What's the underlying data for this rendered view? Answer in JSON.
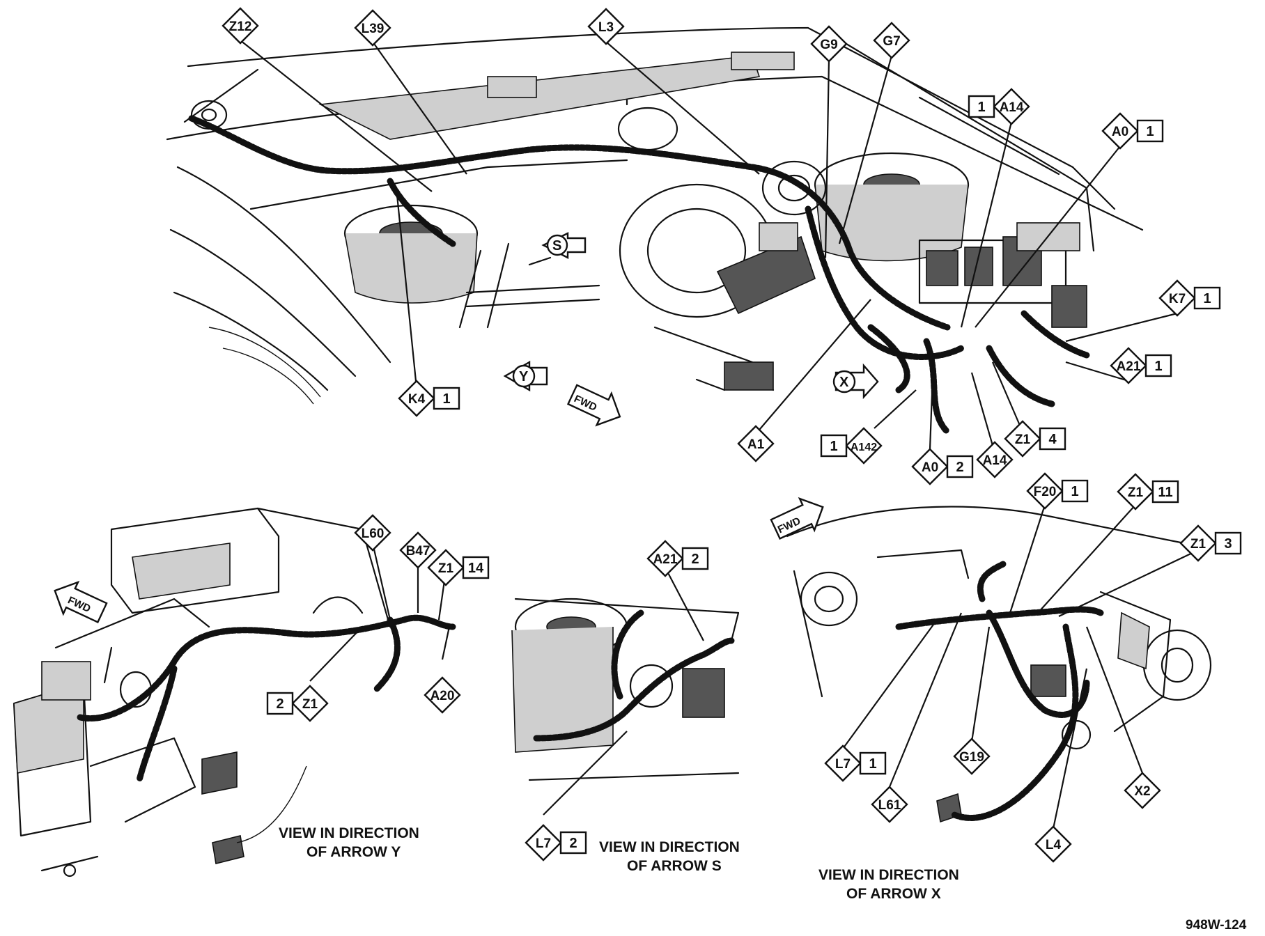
{
  "figure_id": "948W-124",
  "arrows": {
    "s": "S",
    "y": "Y",
    "x": "X"
  },
  "fwd": "FWD",
  "captions": {
    "view_y": [
      "VIEW IN DIRECTION",
      "OF ARROW Y"
    ],
    "view_s": [
      "VIEW IN DIRECTION",
      "OF ARROW S"
    ],
    "view_x": [
      "VIEW IN DIRECTION",
      "OF ARROW X"
    ]
  },
  "callouts": [
    {
      "id": "z12",
      "code": "Z12",
      "num": ""
    },
    {
      "id": "l39",
      "code": "L39",
      "num": ""
    },
    {
      "id": "l3",
      "code": "L3",
      "num": ""
    },
    {
      "id": "g9",
      "code": "G9",
      "num": ""
    },
    {
      "id": "g7",
      "code": "G7",
      "num": ""
    },
    {
      "id": "a14-top",
      "code": "A14",
      "num": "1"
    },
    {
      "id": "a0-1",
      "code": "A0",
      "num": "1"
    },
    {
      "id": "k7",
      "code": "K7",
      "num": "1"
    },
    {
      "id": "a21-1",
      "code": "A21",
      "num": "1"
    },
    {
      "id": "z1-4",
      "code": "Z1",
      "num": "4"
    },
    {
      "id": "a14-bottom",
      "code": "A14",
      "num": ""
    },
    {
      "id": "a0-2",
      "code": "A0",
      "num": "2"
    },
    {
      "id": "a142",
      "code": "A142",
      "num": "1"
    },
    {
      "id": "a1",
      "code": "A1",
      "num": ""
    },
    {
      "id": "k4",
      "code": "K4",
      "num": "1"
    },
    {
      "id": "l60",
      "code": "L60",
      "num": ""
    },
    {
      "id": "b47",
      "code": "B47",
      "num": ""
    },
    {
      "id": "z1-14",
      "code": "Z1",
      "num": "14"
    },
    {
      "id": "a20",
      "code": "A20",
      "num": ""
    },
    {
      "id": "z1-2",
      "code": "Z1",
      "num": "2"
    },
    {
      "id": "a21-2",
      "code": "A21",
      "num": "2"
    },
    {
      "id": "l7-2",
      "code": "L7",
      "num": "2"
    },
    {
      "id": "f20",
      "code": "F20",
      "num": "1"
    },
    {
      "id": "z1-11",
      "code": "Z1",
      "num": "11"
    },
    {
      "id": "z1-3",
      "code": "Z1",
      "num": "3"
    },
    {
      "id": "l7-1",
      "code": "L7",
      "num": "1"
    },
    {
      "id": "g19",
      "code": "G19",
      "num": ""
    },
    {
      "id": "l61",
      "code": "L61",
      "num": ""
    },
    {
      "id": "l4",
      "code": "L4",
      "num": ""
    },
    {
      "id": "x2",
      "code": "X2",
      "num": ""
    }
  ]
}
